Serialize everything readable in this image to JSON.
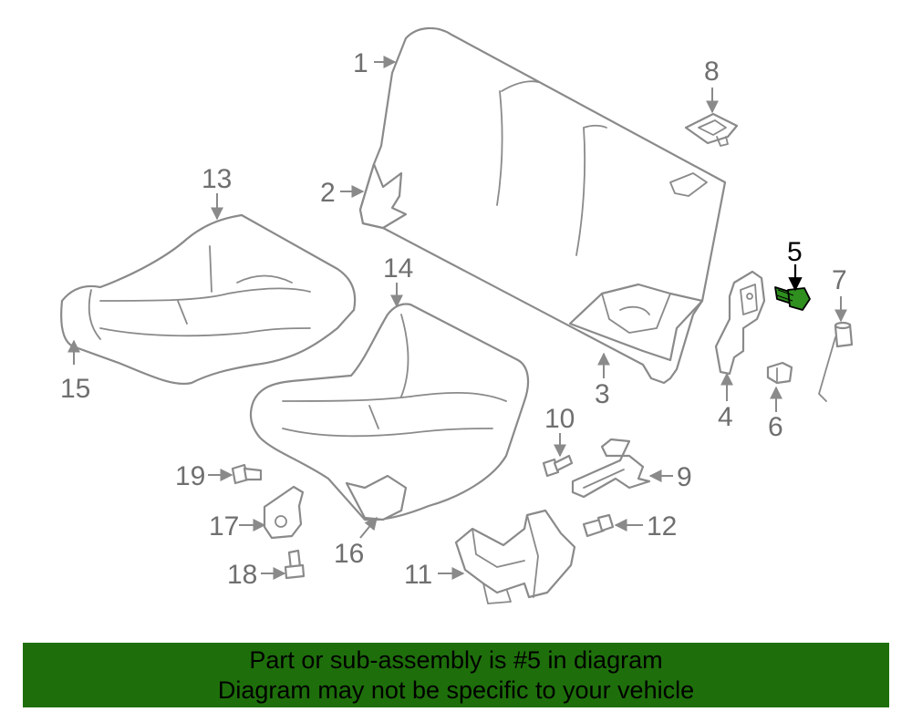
{
  "callouts": [
    {
      "id": "1",
      "label": "1"
    },
    {
      "id": "2",
      "label": "2"
    },
    {
      "id": "3",
      "label": "3"
    },
    {
      "id": "4",
      "label": "4"
    },
    {
      "id": "5",
      "label": "5"
    },
    {
      "id": "6",
      "label": "6"
    },
    {
      "id": "7",
      "label": "7"
    },
    {
      "id": "8",
      "label": "8"
    },
    {
      "id": "9",
      "label": "9"
    },
    {
      "id": "10",
      "label": "10"
    },
    {
      "id": "11",
      "label": "11"
    },
    {
      "id": "12",
      "label": "12"
    },
    {
      "id": "13",
      "label": "13"
    },
    {
      "id": "14",
      "label": "14"
    },
    {
      "id": "15",
      "label": "15"
    },
    {
      "id": "16",
      "label": "16"
    },
    {
      "id": "17",
      "label": "17"
    },
    {
      "id": "18",
      "label": "18"
    },
    {
      "id": "19",
      "label": "19"
    }
  ],
  "highlighted_part": "5",
  "colors": {
    "banner_bg": "#1e6f0b",
    "highlight_part": "#2f8f1f",
    "line_art": "#8a8a8a"
  },
  "banner": {
    "line1": "Part or sub-assembly is #5 in diagram",
    "line2": "Diagram may not be specific to your vehicle"
  }
}
